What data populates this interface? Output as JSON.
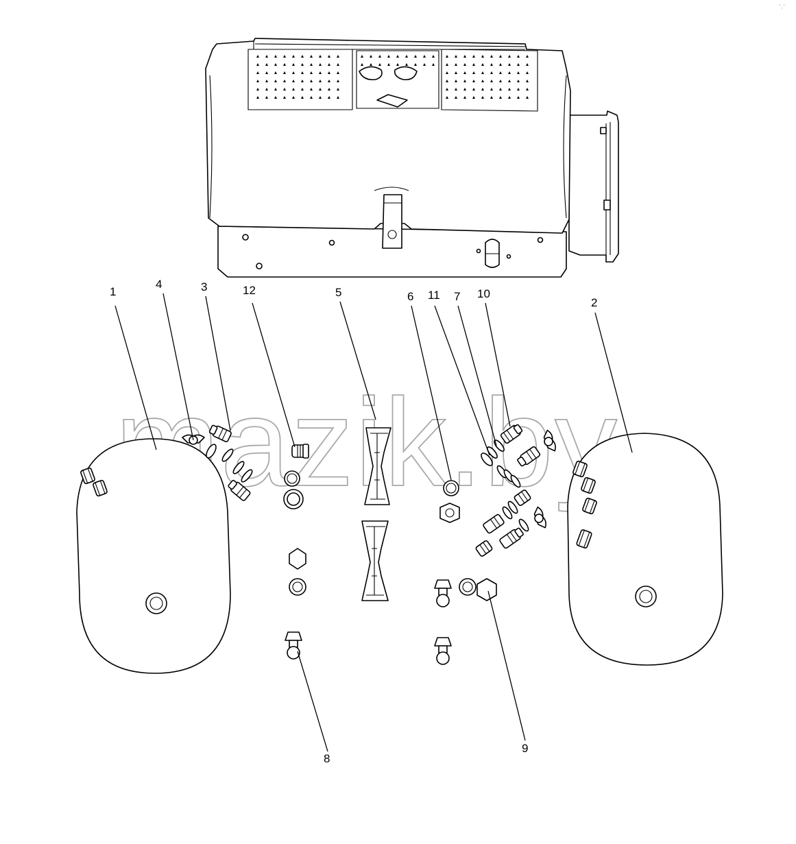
{
  "diagram": {
    "callouts": [
      {
        "id": "1",
        "label": "1"
      },
      {
        "id": "2",
        "label": "2"
      },
      {
        "id": "3",
        "label": "3"
      },
      {
        "id": "4",
        "label": "4"
      },
      {
        "id": "5",
        "label": "5"
      },
      {
        "id": "6",
        "label": "6"
      },
      {
        "id": "7",
        "label": "7"
      },
      {
        "id": "8",
        "label": "8"
      },
      {
        "id": "9",
        "label": "9"
      },
      {
        "id": "10",
        "label": "10"
      },
      {
        "id": "11",
        "label": "11"
      },
      {
        "id": "12",
        "label": "12"
      }
    ]
  },
  "watermark": {
    "text": "mazik.by",
    "color": "#a8a8a8"
  },
  "corner_mark": "ᵔ,ᵔ"
}
